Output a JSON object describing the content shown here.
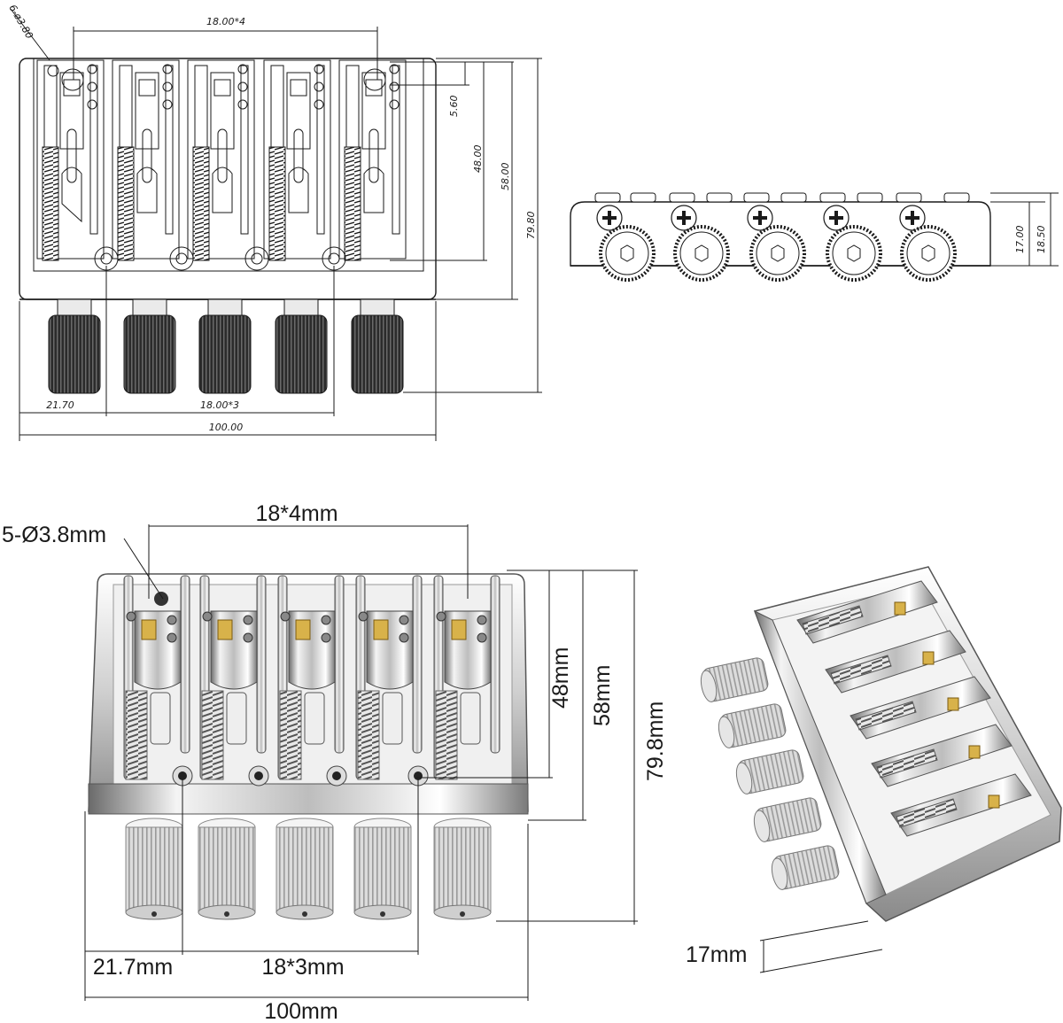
{
  "drawing": {
    "top_view": {
      "hole_callout": "6-ø3.80",
      "string_spacing_top": "18.00*4",
      "dim_5_60": "5.60",
      "dim_48": "48.00",
      "dim_58": "58.00",
      "dim_79_8": "79.80",
      "dim_21_7": "21.70",
      "string_spacing_bottom": "18.00*3",
      "overall_width": "100.00"
    },
    "side_view": {
      "dim_17": "17.00",
      "dim_18_5": "18.50"
    }
  },
  "photo": {
    "front": {
      "hole_callout": "5-Ø3.8mm",
      "string_spacing_top": "18*4mm",
      "dim_48": "48mm",
      "dim_58": "58mm",
      "dim_79_8": "79.8mm",
      "dim_21_7": "21.7mm",
      "string_spacing_bottom": "18*3mm",
      "overall_width": "100mm"
    },
    "angled": {
      "height": "17mm"
    }
  },
  "colors": {
    "ink": "#1a1a1a",
    "chrome_light": "#f2f2f2",
    "chrome_mid": "#b8b8b8",
    "chrome_dark": "#3a3a3a",
    "brass": "#d8b24a",
    "knob_dark": "#2b2b2b"
  }
}
